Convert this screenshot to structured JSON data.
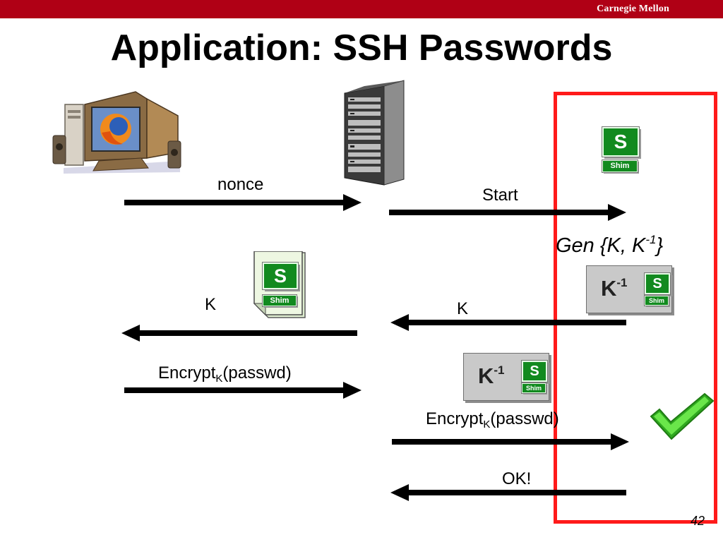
{
  "header": {
    "brand": "Carnegie Mellon",
    "title": "Application: SSH Passwords"
  },
  "messages": {
    "nonce": "nonce",
    "start": "Start",
    "k_left": "K",
    "k_right": "K",
    "encrypt_left_main": "Encrypt",
    "encrypt_left_sub": "K",
    "encrypt_left_tail": "(passwd)",
    "encrypt_right_main": "Encrypt",
    "encrypt_right_sub": "K",
    "encrypt_right_tail": "(passwd)",
    "ok": "OK!"
  },
  "gen": {
    "prefix": "Gen {K, K",
    "sup": "-1",
    "suffix": "}"
  },
  "shim": {
    "letter": "S",
    "label": "Shim"
  },
  "key": {
    "main": "K",
    "sup": "-1"
  },
  "page_number": "42",
  "colors": {
    "header_bar": "#b00015",
    "highlight_box": "#ff1a1a",
    "shim_green": "#128a1f",
    "check_green": "#3fcf2f"
  },
  "icons": [
    "client-computer-icon",
    "server-rack-icon",
    "checkmark-icon",
    "certificate-icon"
  ]
}
